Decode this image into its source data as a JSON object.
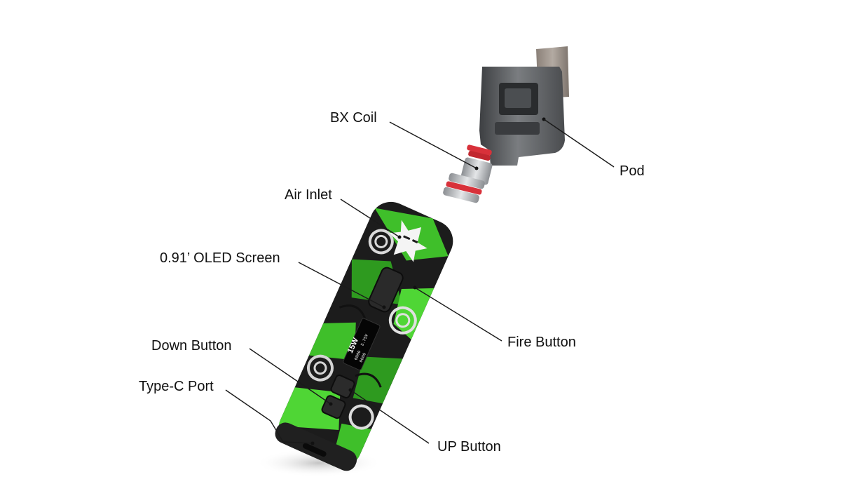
{
  "diagram": {
    "labels": {
      "bx_coil": "BX Coil",
      "pod": "Pod",
      "air_inlet": "Air Inlet",
      "oled_screen": "0.91’ OLED Screen",
      "fire_button": "Fire Button",
      "down_button": "Down Button",
      "type_c_port": "Type-C Port",
      "up_button": "UP Button"
    },
    "screen_readout": {
      "power": "15W",
      "line1": "0000",
      "line2": "3.75V",
      "line3": "0000"
    },
    "colors": {
      "label_text": "#111111",
      "leader_line": "#1a1a1a",
      "body_green": "#3fbf2a",
      "body_dark": "#1c1c1c",
      "pod_grey": "#5c5f62",
      "coil_metal": "#b9bcc0",
      "coil_oring": "#d8313a"
    }
  }
}
